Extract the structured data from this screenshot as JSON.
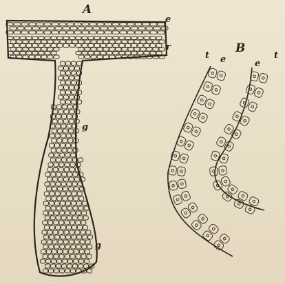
{
  "figure": {
    "top_text": "",
    "labels": {
      "A": "A",
      "B": "B",
      "e_a": "e",
      "r": "r",
      "g_upper": "g",
      "g_lower": "g",
      "t_left": "t",
      "e_b_left": "e",
      "e_b_right": "e",
      "t_right": "t"
    },
    "colors": {
      "ink": "#2b241a",
      "paper": "#ece3cd"
    }
  }
}
